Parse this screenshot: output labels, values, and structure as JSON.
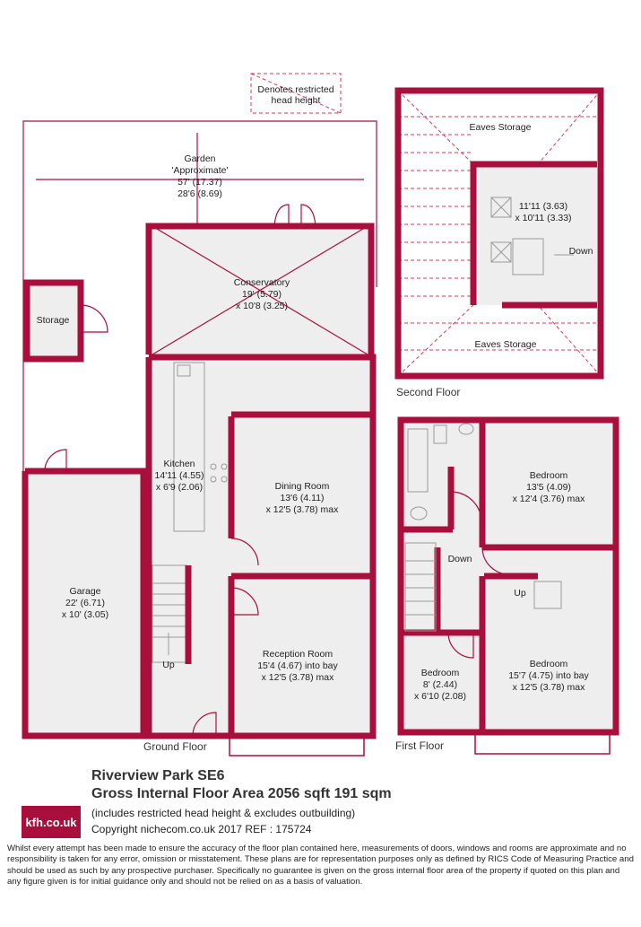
{
  "labels": {
    "legend": [
      "Denotes restricted",
      "head height"
    ],
    "garden": [
      "Garden",
      "'Approximate'",
      "57' (17.37)",
      "28'6 (8.69)"
    ],
    "storage": "Storage",
    "conservatory": [
      "Conservatory",
      "19' (5.79)",
      "x 10'8 (3.25)"
    ],
    "kitchen": [
      "Kitchen",
      "14'11 (4.55)",
      "x 6'9 (2.06)"
    ],
    "dining": [
      "Dining Room",
      "13'6 (4.11)",
      "x 12'5 (3.78) max"
    ],
    "garage": [
      "Garage",
      "22' (6.71)",
      "x 10' (3.05)"
    ],
    "reception": [
      "Reception Room",
      "15'4 (4.67) into bay",
      "x 12'5 (3.78) max"
    ],
    "ground_up": "Up",
    "ground_floor": "Ground Floor",
    "eaves_top": "Eaves Storage",
    "eaves_bottom": "Eaves Storage",
    "loft": [
      "11'11 (3.63)",
      "x 10'11 (3.33)"
    ],
    "loft_down": "Down",
    "second_floor": "Second Floor",
    "bedroom1": [
      "Bedroom",
      "13'5 (4.09)",
      "x 12'4 (3.76) max"
    ],
    "first_down": "Down",
    "first_up": "Up",
    "bedroom2": [
      "Bedroom",
      "15'7 (4.75) into bay",
      "x 12'5 (3.78) max"
    ],
    "bedroom3": [
      "Bedroom",
      "8' (2.44)",
      "x 6'10 (2.08)"
    ],
    "first_floor": "First Floor"
  },
  "footer": {
    "address": "Riverview Park  SE6",
    "area": "Gross Internal Floor Area 2056 sqft 191 sqm",
    "includes": "(includes restricted head height & excludes outbuilding)",
    "copyright": "Copyright nichecom.co.uk 2017 REF : 175724",
    "logo": "kfh.co.uk",
    "disclaimer": "Whilst every attempt has been made to ensure the accuracy of the floor plan contained here, measurements of doors, windows and rooms are approximate and no responsibility is taken for any error, omission or misstatement.  These plans are for representation purposes only as defined by RICS Code of Measuring Practice and should be used as such by any prospective purchaser.  Specifically no guarantee is given on the gross internal floor area of the property if quoted on this plan and any figure given is for initial guidance only and should not be relied on as a basis of valuation."
  },
  "colors": {
    "wall": "#a80f3c",
    "room": "#eeeeee",
    "dash": "#d23a5a"
  }
}
